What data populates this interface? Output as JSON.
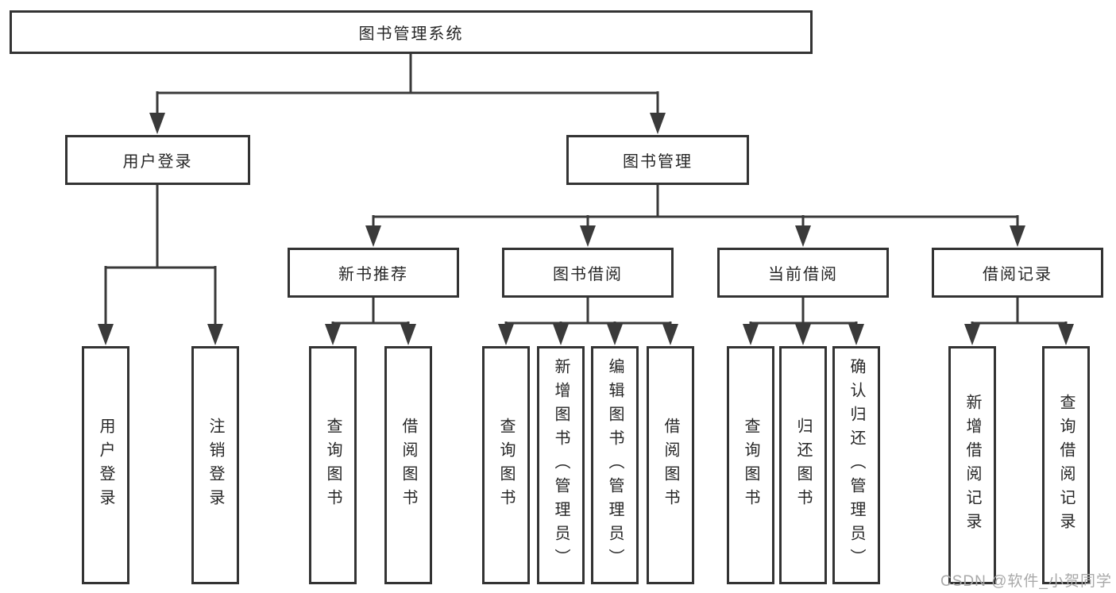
{
  "diagram_type": "hierarchy-tree",
  "colors": {
    "background": "#ffffff",
    "line": "#3a3a3a",
    "box_border": "#333333",
    "text": "#262626",
    "watermark": "#a9a9a9"
  },
  "tree": {
    "label": "图书管理系统",
    "children": [
      {
        "label": "用户登录",
        "children": [
          {
            "label": "用户登录"
          },
          {
            "label": "注销登录"
          }
        ]
      },
      {
        "label": "图书管理",
        "children": [
          {
            "label": "新书推荐",
            "children": [
              {
                "label": "查询图书"
              },
              {
                "label": "借阅图书"
              }
            ]
          },
          {
            "label": "图书借阅",
            "children": [
              {
                "label": "查询图书"
              },
              {
                "label": "新增图书（管理员）"
              },
              {
                "label": "编辑图书（管理员）"
              },
              {
                "label": "借阅图书"
              }
            ]
          },
          {
            "label": "当前借阅",
            "children": [
              {
                "label": "查询图书"
              },
              {
                "label": "归还图书"
              },
              {
                "label": "确认归还（管理员）"
              }
            ]
          },
          {
            "label": "借阅记录",
            "children": [
              {
                "label": "新增借阅记录"
              },
              {
                "label": "查询借阅记录"
              }
            ]
          }
        ]
      }
    ]
  },
  "watermark": "CSDN @软件_小贺同学"
}
